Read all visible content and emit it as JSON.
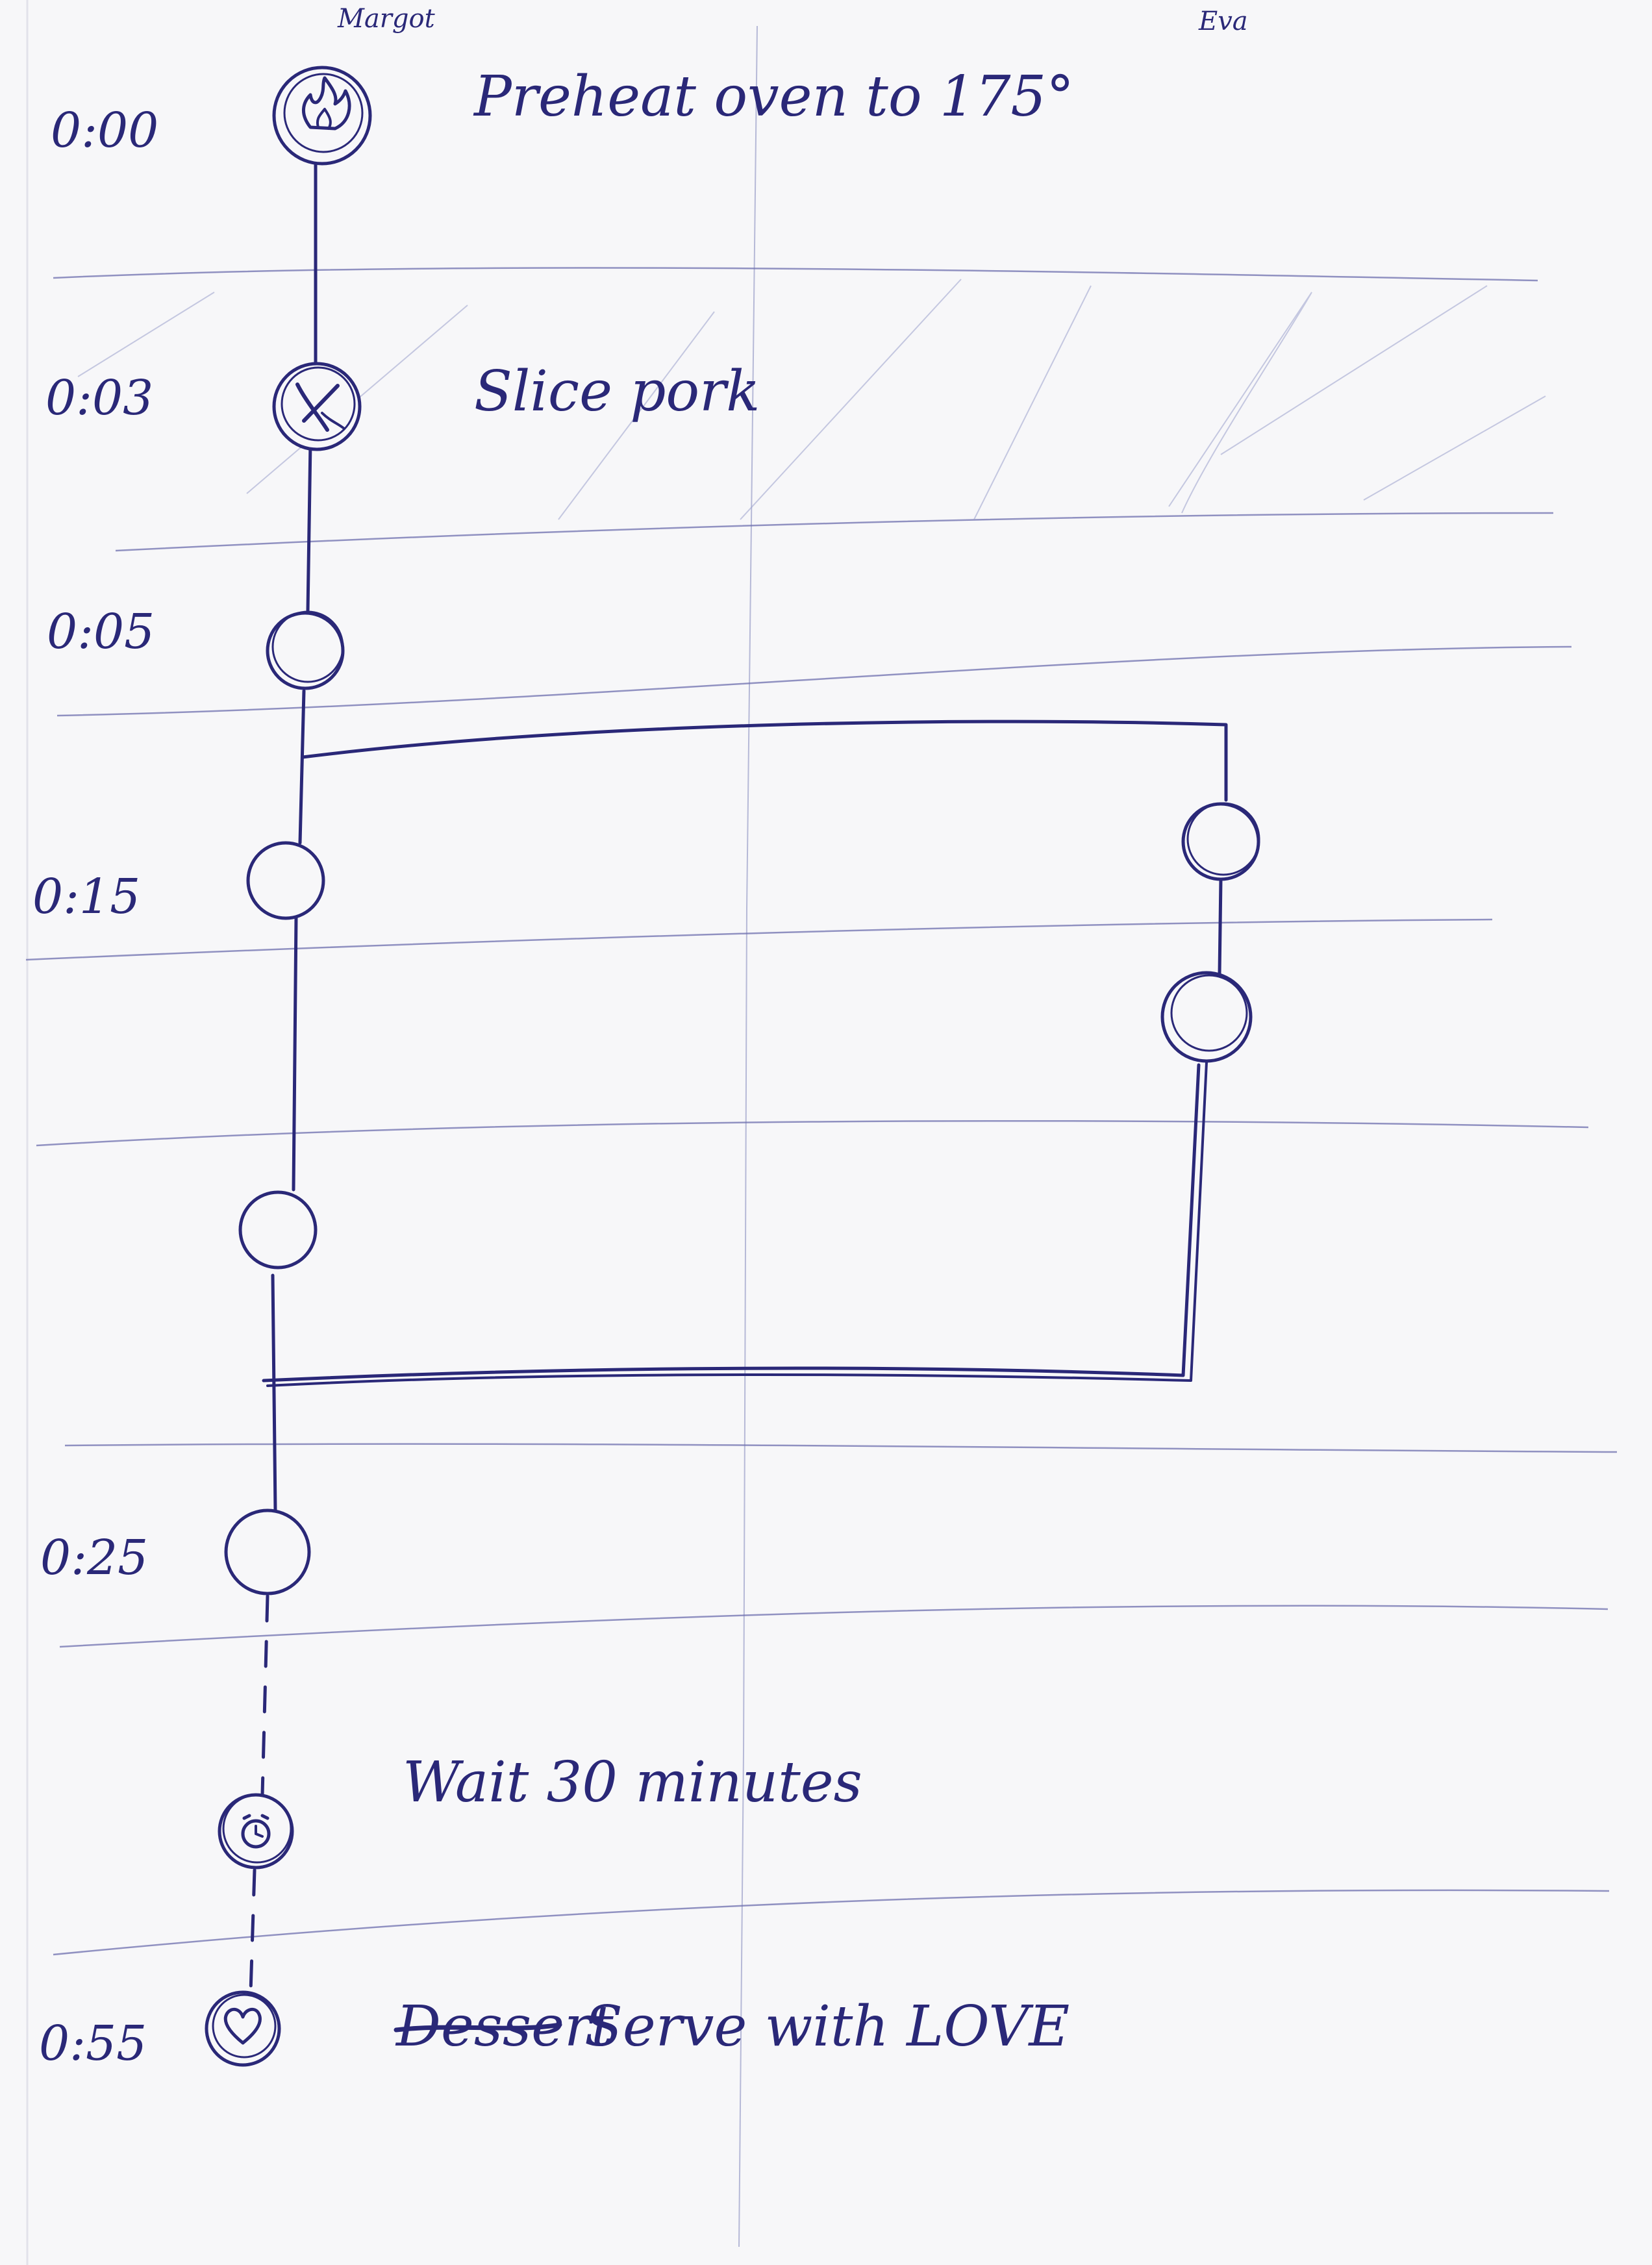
{
  "lanes": [
    "Margot",
    "Eva"
  ],
  "time_labels": [
    "0:00",
    "0:03",
    "0:05",
    "0:15",
    "0:25",
    "0:55"
  ],
  "steps": [
    {
      "label": "Preheat oven to 175°"
    },
    {
      "label": "Slice pork"
    },
    {
      "label": "Wait 30 minutes"
    },
    {
      "label": "Serve with LOVE"
    }
  ],
  "struck_word": "Dessert",
  "icons": {
    "step_0": "flame-icon",
    "step_1": "knife-icon",
    "step_wait": "alarm-clock-icon",
    "step_last": "heart-icon"
  },
  "colors": {
    "ink": "#2a2878",
    "paper": "#f7f7f9",
    "ruled_lines": "#6d6fae"
  }
}
